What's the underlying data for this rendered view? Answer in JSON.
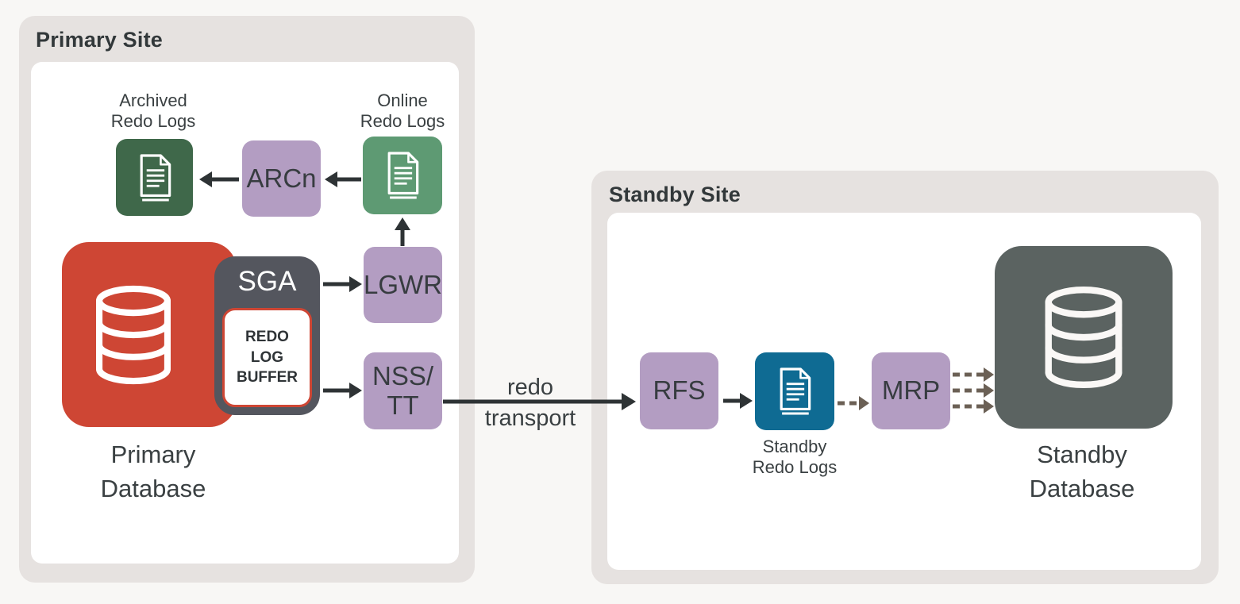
{
  "colors": {
    "background": "#f8f7f5",
    "panel_gray": "#e6e2e0",
    "card_white": "#ffffff",
    "title_text": "#32383a",
    "label_text": "#3a4042",
    "node_purple": "#b39dc2",
    "archived_dark_green": "#3f684a",
    "online_green": "#5e9a73",
    "primary_db_red": "#ce4634",
    "sga_slate": "#54565e",
    "standby_redo_blue": "#0f6b93",
    "standby_db_slate": "#5b6361",
    "solid_arrow": "#2e3335",
    "dashed_arrow": "#6b6055",
    "buffer_border": "#ce4634"
  },
  "primary": {
    "title": "Primary Site",
    "labels": {
      "archived": "Archived\nRedo Logs",
      "online": "Online\nRedo Logs"
    },
    "nodes": {
      "arcn": "ARCn",
      "lgwr": "LGWR",
      "nss_tt": "NSS/\nTT",
      "sga": "SGA",
      "redo_log_buffer": "REDO\nLOG\nBUFFER"
    },
    "database_label": "Primary\nDatabase"
  },
  "transport": {
    "line1": "redo",
    "line2": "transport"
  },
  "standby": {
    "title": "Standby Site",
    "nodes": {
      "rfs": "RFS",
      "mrp": "MRP"
    },
    "labels": {
      "standby_redo_logs": "Standby\nRedo Logs"
    },
    "database_label": "Standby\nDatabase"
  }
}
